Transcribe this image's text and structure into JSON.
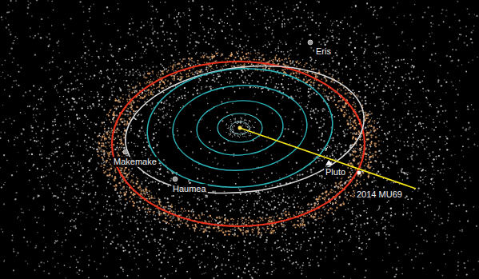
{
  "diagram": {
    "labels": [
      "Eris",
      "Makemake",
      "Haumea",
      "Pluto",
      "2014 MU69"
    ]
  }
}
